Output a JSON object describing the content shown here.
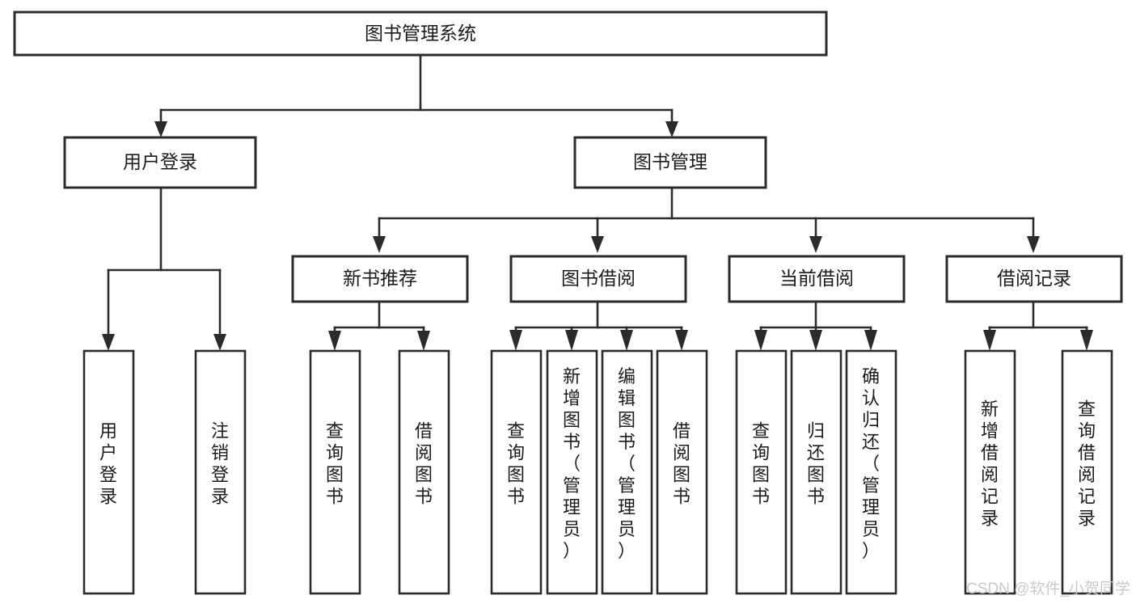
{
  "diagram": {
    "type": "tree",
    "title": "图书管理系统",
    "orientation": "top-down",
    "colors": {
      "stroke": "#2b2b2b",
      "fill": "#ffffff",
      "text": "#1b1b1b",
      "watermark": "#c9c9c9"
    },
    "root": {
      "id": "root",
      "label": "图书管理系统",
      "orientation": "horizontal"
    },
    "level2": [
      {
        "id": "user-login",
        "label": "用户登录",
        "orientation": "horizontal"
      },
      {
        "id": "book-manage",
        "label": "图书管理",
        "orientation": "horizontal"
      }
    ],
    "level3": [
      {
        "id": "new-book-rec",
        "label": "新书推荐",
        "parent": "book-manage",
        "orientation": "horizontal"
      },
      {
        "id": "book-borrow",
        "label": "图书借阅",
        "parent": "book-manage",
        "orientation": "horizontal"
      },
      {
        "id": "current-borrow",
        "label": "当前借阅",
        "parent": "book-manage",
        "orientation": "horizontal"
      },
      {
        "id": "borrow-record",
        "label": "借阅记录",
        "parent": "book-manage",
        "orientation": "horizontal"
      }
    ],
    "leaves": [
      {
        "id": "leaf-user-login",
        "label": "用户登录",
        "parent": "user-login",
        "orientation": "vertical"
      },
      {
        "id": "leaf-user-logout",
        "label": "注销登录",
        "parent": "user-login",
        "orientation": "vertical"
      },
      {
        "id": "leaf-rec-query",
        "label": "查询图书",
        "parent": "new-book-rec",
        "orientation": "vertical"
      },
      {
        "id": "leaf-rec-borrow",
        "label": "借阅图书",
        "parent": "new-book-rec",
        "orientation": "vertical"
      },
      {
        "id": "leaf-borrow-query",
        "label": "查询图书",
        "parent": "book-borrow",
        "orientation": "vertical"
      },
      {
        "id": "leaf-borrow-add",
        "label": "新增图书（管理员）",
        "parent": "book-borrow",
        "orientation": "vertical"
      },
      {
        "id": "leaf-borrow-edit",
        "label": "编辑图书（管理员）",
        "parent": "book-borrow",
        "orientation": "vertical"
      },
      {
        "id": "leaf-borrow-lend",
        "label": "借阅图书",
        "parent": "book-borrow",
        "orientation": "vertical"
      },
      {
        "id": "leaf-cur-query",
        "label": "查询图书",
        "parent": "current-borrow",
        "orientation": "vertical"
      },
      {
        "id": "leaf-cur-return",
        "label": "归还图书",
        "parent": "current-borrow",
        "orientation": "vertical"
      },
      {
        "id": "leaf-cur-confirm",
        "label": "确认归还（管理员）",
        "parent": "current-borrow",
        "orientation": "vertical"
      },
      {
        "id": "leaf-rec-add",
        "label": "新增借阅记录",
        "parent": "borrow-record",
        "orientation": "vertical"
      },
      {
        "id": "leaf-rec-query2",
        "label": "查询借阅记录",
        "parent": "borrow-record",
        "orientation": "vertical"
      }
    ]
  },
  "watermark": {
    "text": "CSDN @软件_小贺同学"
  }
}
